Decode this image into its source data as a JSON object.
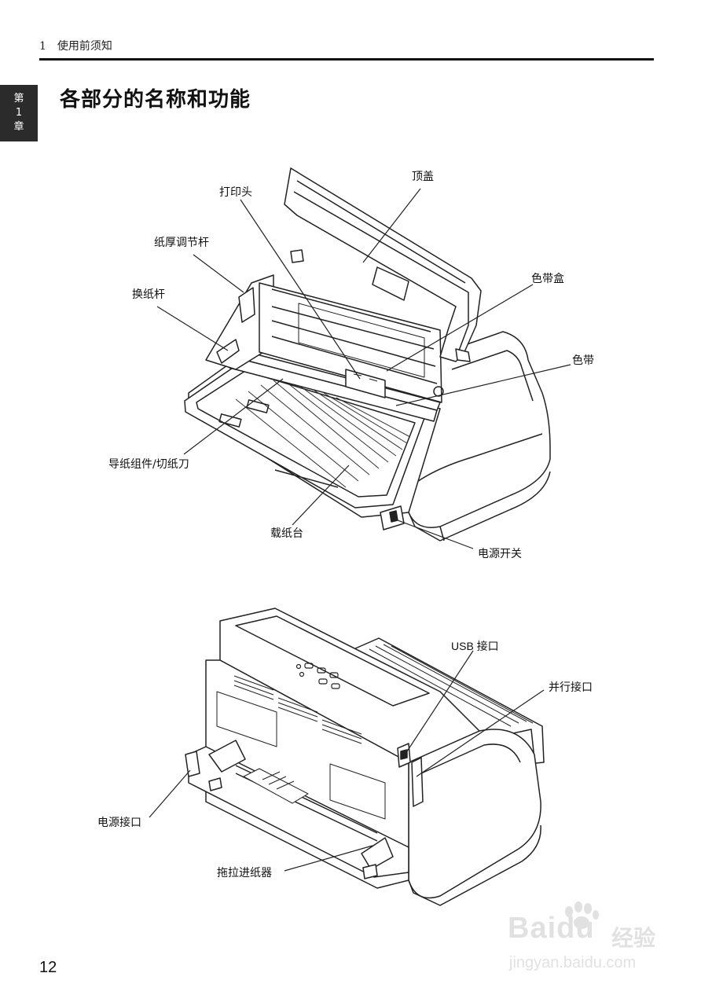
{
  "header": {
    "chapter_number": "1",
    "running_title": "使用前须知"
  },
  "chapter_tab": {
    "line1": "第",
    "line2": "1",
    "line3": "章"
  },
  "page_title": "各部分的名称和功能",
  "figure_front": {
    "labels": {
      "top_cover": "顶盖",
      "print_head": "打印头",
      "thickness_lever": "纸厚调节杆",
      "ribbon_cassette": "色带盒",
      "paper_select_lever": "换纸杆",
      "ribbon": "色带",
      "paper_guide": "导纸组件/切纸刀",
      "paper_table": "载纸台",
      "power_switch": "电源开关"
    }
  },
  "figure_back": {
    "labels": {
      "usb_port": "USB 接口",
      "parallel_port": "并行接口",
      "power_connector": "电源接口",
      "tractor": "拖拉进纸器"
    }
  },
  "page_number": "12",
  "watermark": {
    "brand": "Baidu",
    "product": "经验",
    "url": "jingyan.baidu.com"
  }
}
